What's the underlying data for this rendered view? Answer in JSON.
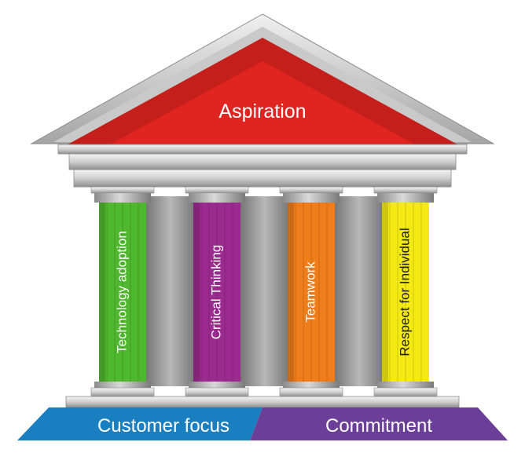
{
  "roof": {
    "label": "Aspiration",
    "color": "#e0241f"
  },
  "pillars": [
    {
      "label": "Technology adoption",
      "color": "#4fb82e",
      "text_color": "#ffffff"
    },
    {
      "label": "Critical Thinking",
      "color": "#9b2b8f",
      "text_color": "#ffffff"
    },
    {
      "label": "Teamwork",
      "color": "#ef7d1a",
      "text_color": "#ffffff"
    },
    {
      "label": "Respect for Individual",
      "color": "#f3ea14",
      "text_color": "#1a1a1a"
    }
  ],
  "base": [
    {
      "label": "Customer focus",
      "color": "#1a7fc1"
    },
    {
      "label": "Commitment",
      "color": "#6b3f97"
    }
  ],
  "stone_color": "#9a9a9a"
}
